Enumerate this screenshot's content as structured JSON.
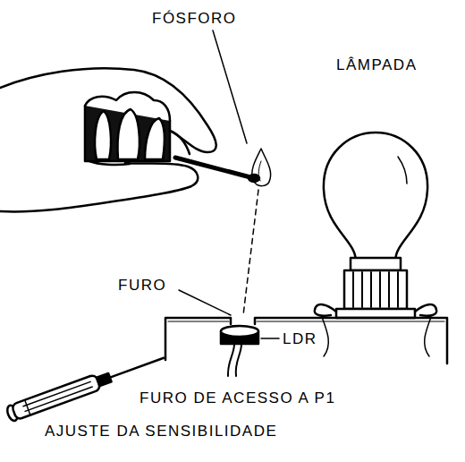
{
  "diagram": {
    "labels": [
      "FÓSFORO",
      "LÂMPADA",
      "FURO",
      "LDR",
      "FURO DE ACESSO A P1",
      "AJUSTE DA SENSIBILIDADE"
    ]
  }
}
